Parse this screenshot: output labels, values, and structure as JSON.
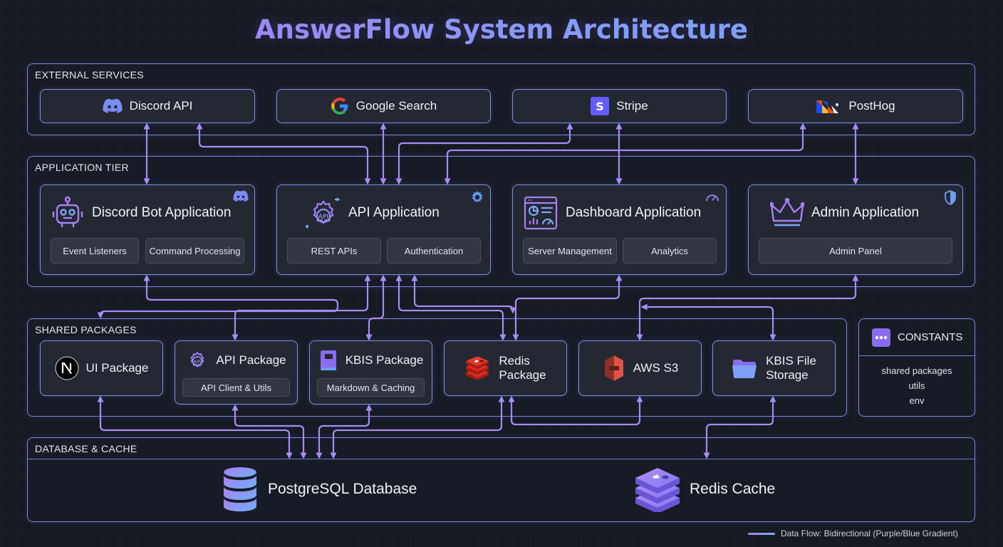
{
  "title": "AnswerFlow System Architecture",
  "tiers": {
    "external": "EXTERNAL SERVICES",
    "application": "APPLICATION TIER",
    "shared": "SHARED PACKAGES",
    "database": "DATABASE & CACHE"
  },
  "external_services": [
    {
      "label": "Discord API",
      "icon": "discord-icon"
    },
    {
      "label": "Google Search",
      "icon": "google-icon"
    },
    {
      "label": "Stripe",
      "icon": "stripe-icon"
    },
    {
      "label": "PostHog",
      "icon": "posthog-icon"
    }
  ],
  "applications": {
    "discord_bot": {
      "title": "Discord Bot Application",
      "chips": [
        "Event Listeners",
        "Command Processing"
      ],
      "icon": "robot-icon",
      "badge": "discord-icon"
    },
    "api": {
      "title": "API Application",
      "chips": [
        "REST APIs",
        "Authentication"
      ],
      "icon": "api-gear-icon",
      "badge": "gear-icon"
    },
    "dashboard": {
      "title": "Dashboard Application",
      "chips": [
        "Server Management",
        "Analytics"
      ],
      "icon": "dashboard-icon",
      "badge": "gauge-icon"
    },
    "admin": {
      "title": "Admin Application",
      "chips": [
        "Admin Panel"
      ],
      "icon": "crown-icon",
      "badge": "shield-icon"
    }
  },
  "packages": {
    "ui": {
      "title": "UI Package",
      "icon": "nextjs-icon"
    },
    "api": {
      "title": "API Package",
      "chip": "API Client & Utils",
      "icon": "api-gear-icon"
    },
    "kbis": {
      "title": "KBIS Package",
      "chip": "Markdown & Caching",
      "icon": "book-icon"
    },
    "redis": {
      "title_line1": "Redis",
      "title_line2": "Package",
      "icon": "redis-icon"
    },
    "s3": {
      "title": "AWS S3",
      "icon": "aws-s3-icon"
    },
    "kbis_storage": {
      "title_line1": "KBIS File",
      "title_line2": "Storage",
      "icon": "folder-icon"
    }
  },
  "constants": {
    "title": "CONSTANTS",
    "items": [
      "shared packages",
      "utils",
      "env"
    ],
    "icon": "dots-icon"
  },
  "database": {
    "postgres": {
      "label": "PostgreSQL Database",
      "icon": "database-icon"
    },
    "redis_cache": {
      "label": "Redis Cache",
      "icon": "redis-cache-icon"
    }
  },
  "legend": "Data Flow: Bidirectional (Purple/Blue Gradient)",
  "colors": {
    "accent_purple": "#b07cf5",
    "accent_blue": "#6cb2f7",
    "background": "#161a22"
  }
}
